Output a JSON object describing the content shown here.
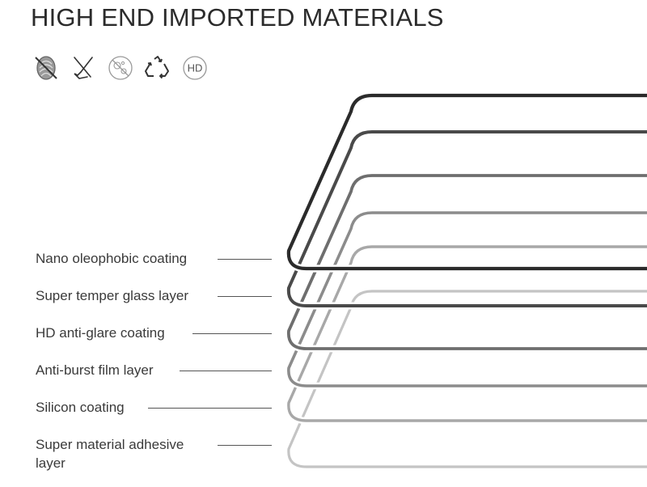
{
  "title": "HIGH END IMPORTED MATERIALS",
  "icons": [
    {
      "name": "anti-fingerprint-icon"
    },
    {
      "name": "scratch-resistant-icon"
    },
    {
      "name": "anti-bubble-icon"
    },
    {
      "name": "recycle-icon"
    },
    {
      "name": "hd-icon",
      "text": "HD"
    }
  ],
  "layers": [
    {
      "label": "Nano oleophobic coating",
      "color": "#2b2b2b"
    },
    {
      "label": "Super temper glass layer",
      "color": "#4a4a4a"
    },
    {
      "label": "HD anti-glare coating",
      "color": "#6e6e6e"
    },
    {
      "label": "Anti-burst film layer",
      "color": "#8c8c8c"
    },
    {
      "label": "Silicon coating",
      "color": "#a8a8a8"
    },
    {
      "label": "Super material adhesive layer",
      "color": "#c4c4c4"
    }
  ]
}
